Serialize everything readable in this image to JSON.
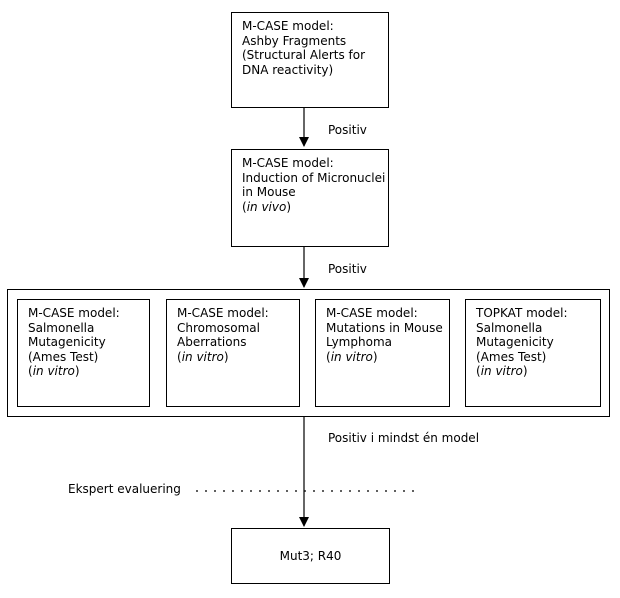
{
  "box1": {
    "lines": [
      "M-CASE model:",
      "Ashby Fragments",
      "(Structural Alerts for",
      "DNA reactivity)"
    ]
  },
  "label1": "Positiv",
  "box2": {
    "lines": [
      "M-CASE model:",
      "Induction of Micronuclei",
      "in Mouse"
    ],
    "vitro": "in vivo"
  },
  "label2": "Positiv",
  "models": [
    {
      "lines": [
        "M-CASE model:",
        "Salmonella",
        "Mutagenicity",
        "(Ames Test)"
      ],
      "vitro": "in vitro"
    },
    {
      "lines": [
        "M-CASE model:",
        "Chromosomal",
        "Aberrations"
      ],
      "vitro": "in vitro"
    },
    {
      "lines": [
        "M-CASE model:",
        "Mutations in Mouse",
        "Lymphoma"
      ],
      "vitro": "in vitro"
    },
    {
      "lines": [
        "TOPKAT model:",
        "Salmonella",
        "Mutagenicity",
        "(Ames Test)"
      ],
      "vitro": "in vitro"
    }
  ],
  "label3": "Positiv i mindst én model",
  "expert_label": "Ekspert evaluering",
  "result": "Mut3; R40"
}
